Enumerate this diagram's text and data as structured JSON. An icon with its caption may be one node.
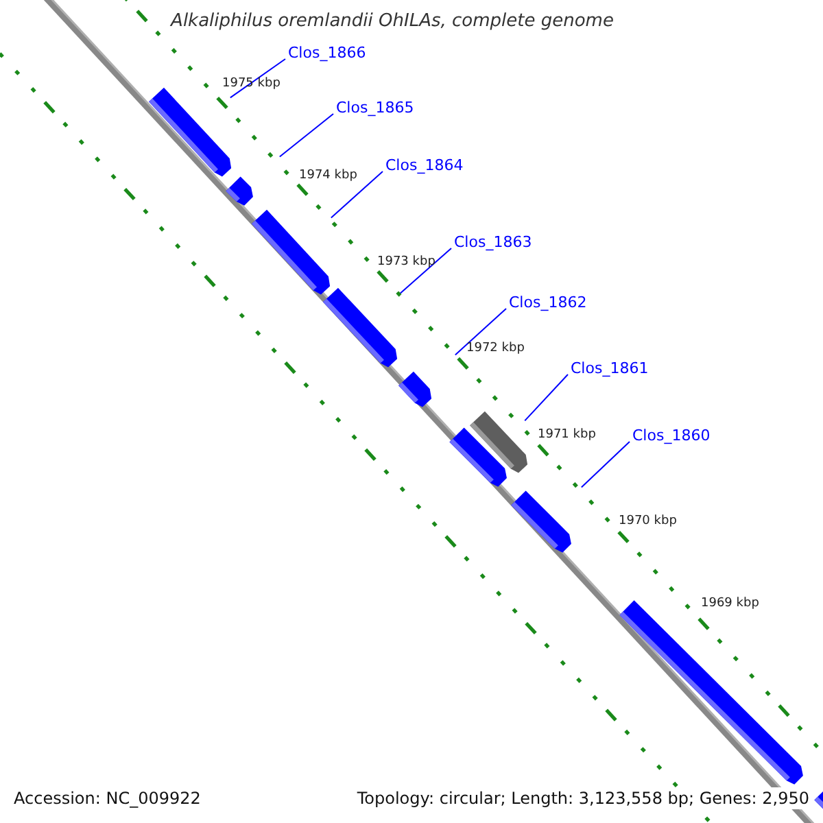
{
  "diagram": {
    "title": "Alkaliphilus oremlandii OhILAs, complete genome",
    "nodes": [
      {
        "text": [
          "Clos_1866"
        ]
      },
      {
        "text": [
          "Clos_1865"
        ]
      },
      {
        "text": [
          "Clos_1864"
        ]
      },
      {
        "text": [
          "Clos_1863"
        ]
      },
      {
        "text": [
          "Clos_1862"
        ]
      },
      {
        "text": [
          "Clos_1861"
        ]
      },
      {
        "text": [
          "Clos_1860"
        ]
      },
      {
        "text": [],
        "shape": "arrow"
      },
      {
        "text": [],
        "shape": "arrow"
      },
      {
        "text": [],
        "shape": "arrow"
      },
      {
        "text": [],
        "shape": "arrow"
      },
      {
        "text": [],
        "shape": "arrow"
      },
      {
        "text": [],
        "shape": "arrow"
      },
      {
        "text": [],
        "shape": "arrow"
      },
      {
        "text": [],
        "shape": "arrow"
      },
      {
        "text": [],
        "shape": "arrow"
      },
      {
        "text": [],
        "shape": "arrow"
      }
    ],
    "edges": [
      {
        "from": 0,
        "to": 7,
        "arrow": "none"
      },
      {
        "from": 1,
        "to": 8,
        "arrow": "none"
      },
      {
        "from": 2,
        "to": 9,
        "arrow": "none"
      },
      {
        "from": 3,
        "to": 10,
        "arrow": "none"
      },
      {
        "from": 4,
        "to": 11,
        "arrow": "none"
      },
      {
        "from": 5,
        "to": 12,
        "arrow": "none"
      },
      {
        "from": 6,
        "to": 14,
        "arrow": "none"
      }
    ],
    "labels": [
      "1975 kbp",
      "1974 kbp",
      "1973 kbp",
      "1972 kbp",
      "1971 kbp",
      "1970 kbp",
      "1969 kbp",
      "Accession: NC_009922",
      "Topology: circular; Length: 3,123,558 bp; Genes: 2,950"
    ]
  }
}
